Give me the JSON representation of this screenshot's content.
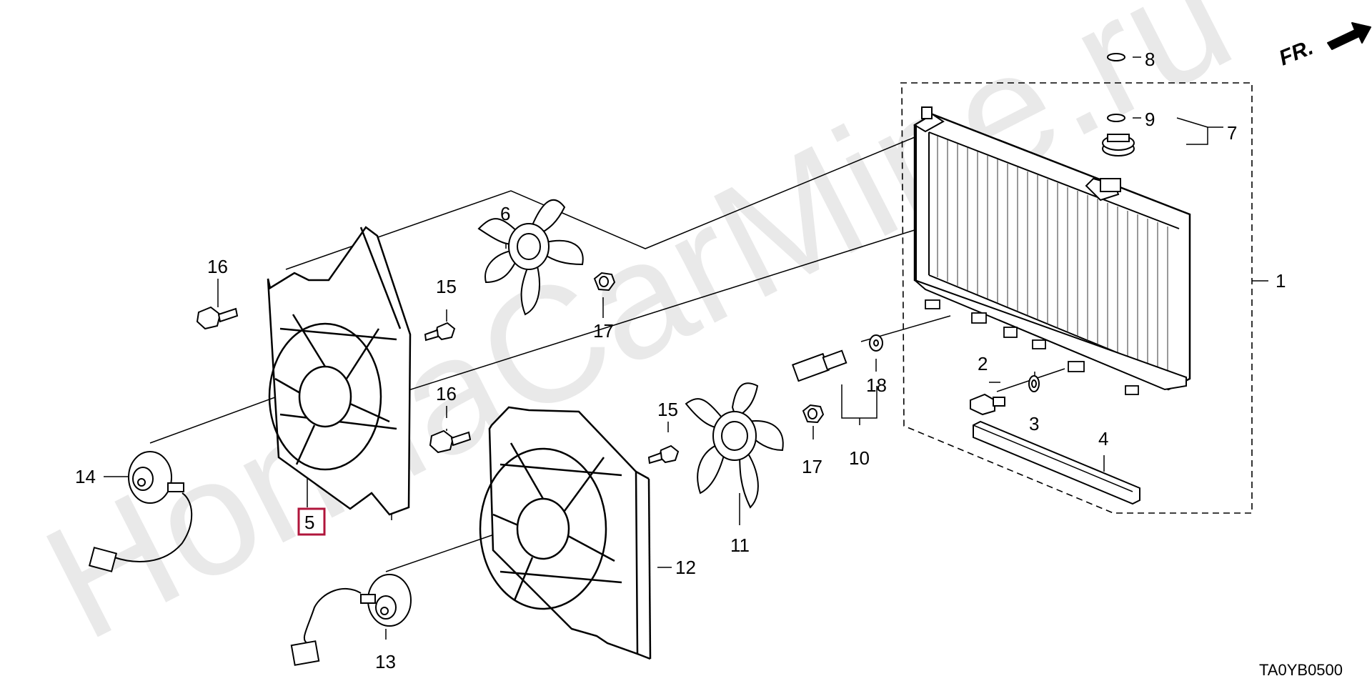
{
  "watermark": "HondaCarMine.ru",
  "diagram_code": "TA0YB0500",
  "direction_label": "FR.",
  "highlight_color": "#b0153b",
  "callouts": {
    "c1": "1",
    "c2": "2",
    "c3": "3",
    "c4": "4",
    "c5": "5",
    "c6": "6",
    "c7": "7",
    "c8": "8",
    "c9": "9",
    "c10": "10",
    "c11": "11",
    "c12": "12",
    "c13": "13",
    "c14": "14",
    "c15a": "15",
    "c15b": "15",
    "c16a": "16",
    "c16b": "16",
    "c17a": "17",
    "c17b": "17",
    "c18": "18"
  }
}
